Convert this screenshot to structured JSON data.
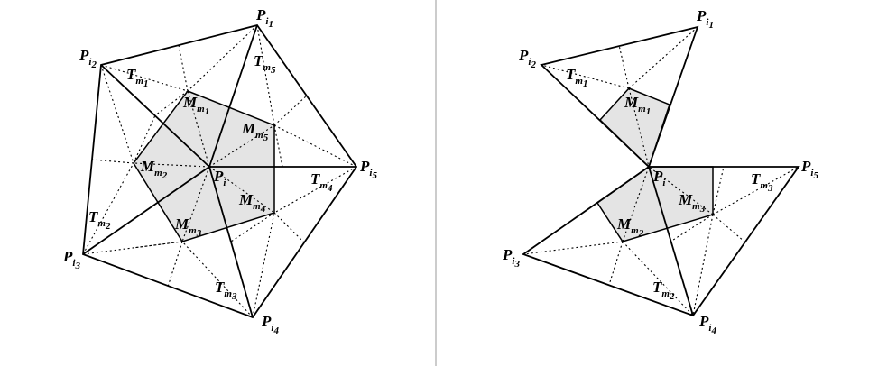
{
  "colors": {
    "line": "#000000",
    "cell_fill": "#e4e4e4",
    "separator": "#999999"
  },
  "left": {
    "points": [
      {
        "base": "P",
        "sub": "i",
        "sub2": "1"
      },
      {
        "base": "P",
        "sub": "i",
        "sub2": "2"
      },
      {
        "base": "P",
        "sub": "i",
        "sub2": "3"
      },
      {
        "base": "P",
        "sub": "i",
        "sub2": "4"
      },
      {
        "base": "P",
        "sub": "i",
        "sub2": "5"
      },
      {
        "base": "P",
        "sub": "i",
        "sub2": ""
      }
    ],
    "triangles": [
      {
        "base": "T",
        "sub": "m",
        "sub2": "1"
      },
      {
        "base": "T",
        "sub": "m",
        "sub2": "2"
      },
      {
        "base": "T",
        "sub": "m",
        "sub2": "3"
      },
      {
        "base": "T",
        "sub": "m",
        "sub2": "4"
      },
      {
        "base": "T",
        "sub": "m",
        "sub2": "5"
      }
    ],
    "centroids": [
      {
        "base": "M",
        "sub": "m",
        "sub2": "1"
      },
      {
        "base": "M",
        "sub": "m",
        "sub2": "2"
      },
      {
        "base": "M",
        "sub": "m",
        "sub2": "3"
      },
      {
        "base": "M",
        "sub": "m",
        "sub2": "4"
      },
      {
        "base": "M",
        "sub": "m",
        "sub2": "5"
      }
    ]
  },
  "right": {
    "points": [
      {
        "base": "P",
        "sub": "i",
        "sub2": "1"
      },
      {
        "base": "P",
        "sub": "i",
        "sub2": "2"
      },
      {
        "base": "P",
        "sub": "i",
        "sub2": "3"
      },
      {
        "base": "P",
        "sub": "i",
        "sub2": "4"
      },
      {
        "base": "P",
        "sub": "i",
        "sub2": "5"
      },
      {
        "base": "P",
        "sub": "i",
        "sub2": ""
      }
    ],
    "triangles": [
      {
        "base": "T",
        "sub": "m",
        "sub2": "1"
      },
      {
        "base": "T",
        "sub": "m",
        "sub2": "2"
      },
      {
        "base": "T",
        "sub": "m",
        "sub2": "3"
      }
    ],
    "centroids": [
      {
        "base": "M",
        "sub": "m",
        "sub2": "1"
      },
      {
        "base": "M",
        "sub": "m",
        "sub2": "2"
      },
      {
        "base": "M",
        "sub": "m",
        "sub2": "3"
      }
    ]
  }
}
